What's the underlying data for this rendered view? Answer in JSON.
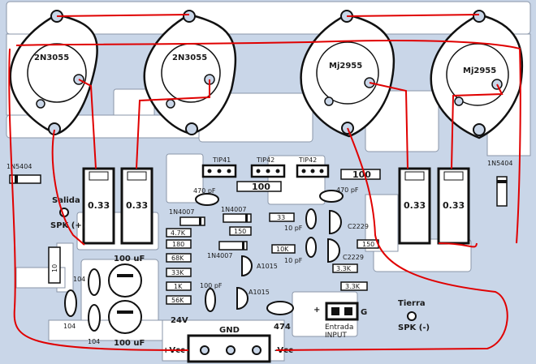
{
  "colors": {
    "board": "#c9d6e8",
    "copper": "#ffffff",
    "trace_outline": "#8a96a8",
    "jumper": "#e00000",
    "outline": "#111111"
  },
  "transistors": {
    "q1": "2N3055",
    "q2": "2N3055",
    "q3": "Mj2955",
    "q4": "Mj2955"
  },
  "drivers": {
    "tip41": "TIP41",
    "tip42a": "TIP42",
    "tip42b": "TIP42"
  },
  "resistors": {
    "re1": "0.33",
    "re2": "0.33",
    "re3": "0.33",
    "re4": "0.33",
    "r100a": "100",
    "r100b": "100",
    "r4k7": "4.7K",
    "r180": "180",
    "r68k": "68K",
    "r33k": "33K",
    "r1k": "1K",
    "r56k": "56K",
    "r150a": "150",
    "r150b": "150",
    "r33": "33",
    "r10k": "10K",
    "r3k3a": "3.3K",
    "r3k3b": "3.3K",
    "r10": "10"
  },
  "capacitors": {
    "c470a": "470 pF",
    "c470b": "470 pF",
    "c10a": "10 pF",
    "c10b": "10 pF",
    "c100pf": "100 pF",
    "c100uf_a": "100 uF",
    "c100uf_b": "100 uF",
    "c104a": "104",
    "c104b": "104",
    "c104c": "104",
    "c474": "474"
  },
  "diodes": {
    "d1": "1N5404",
    "d2": "1N5404",
    "d3": "1N4007",
    "d4": "1N4007",
    "d5": "1N4007"
  },
  "small_transistors": {
    "a1015a": "A1015",
    "a1015b": "A1015",
    "c2229a": "C2229",
    "c2229b": "C2229"
  },
  "labels": {
    "salida": "Salida",
    "spk_plus": "SPK (+)",
    "tierra": "Tierra",
    "spk_minus": "SPK (-)",
    "gnd": "GND",
    "vcc_plus": "+Vcc",
    "vcc_minus": "-Vcc",
    "entrada": "Entrada",
    "input": "INPUT",
    "plus": "+",
    "g": "G",
    "v24": "24V"
  }
}
